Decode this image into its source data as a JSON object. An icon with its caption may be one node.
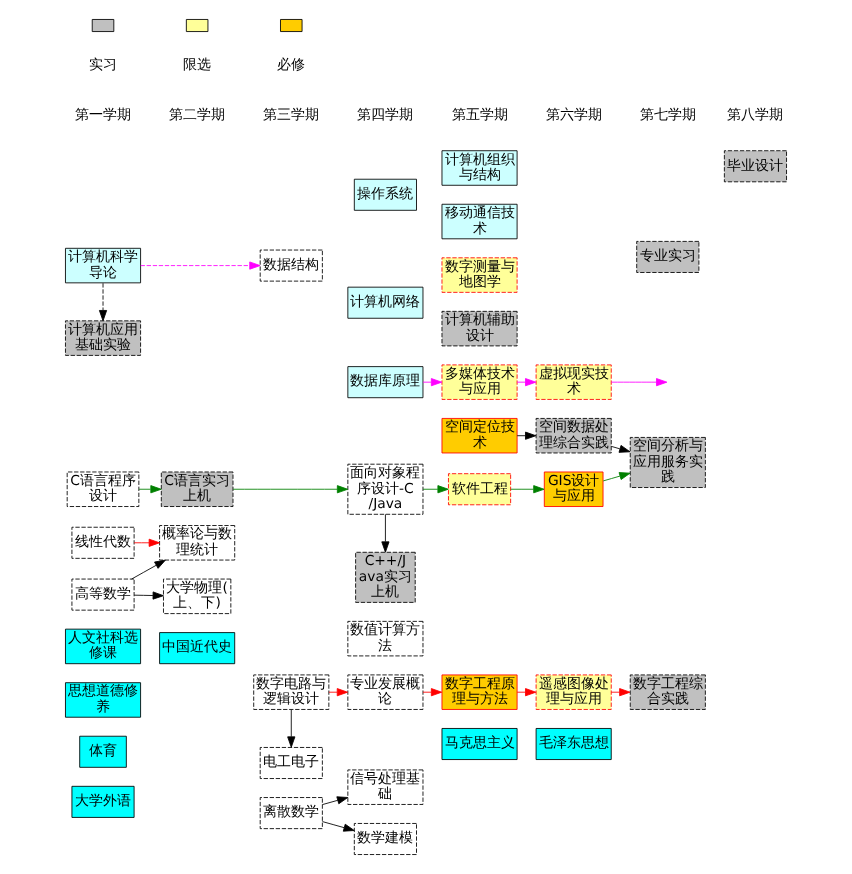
{
  "diagram": {
    "nodes": [
      {
        "text": [
          "大学外语"
        ]
      },
      {
        "text": [
          "体育"
        ]
      },
      {
        "text": [
          "思想道德修养"
        ]
      },
      {
        "text": [
          "中国近代史"
        ]
      },
      {
        "text": [
          "马克思主义"
        ]
      },
      {
        "text": [
          "毛泽东思想"
        ]
      },
      {
        "text": [
          "人文社科选修课"
        ]
      },
      {
        "text": [
          "高等数学"
        ]
      },
      {
        "text": [
          "离散数学"
        ]
      },
      {
        "text": [
          "信号处理基础"
        ]
      },
      {
        "text": [
          "数学建模"
        ]
      },
      {
        "text": [
          "线性代数"
        ]
      },
      {
        "text": [
          "概率论与数理统计"
        ]
      },
      {
        "text": [
          "数字电路与逻辑设计"
        ]
      },
      {
        "text": [
          "专业发展概论"
        ]
      },
      {
        "text": [
          "电工电子"
        ]
      },
      {
        "text": [
          "数值计算方法"
        ]
      },
      {
        "text": [
          "大学物理(上、下)"
        ]
      },
      {
        "text": [
          "C++/Java实习上机"
        ]
      },
      {
        "text": [
          "C语言程序设计"
        ]
      },
      {
        "text": [
          "C语言实习上机"
        ]
      },
      {
        "text": [
          "面向对象程序设计-C/Java"
        ]
      },
      {
        "text": [
          "数据库原理"
        ]
      },
      {
        "text": [
          "计算机科学导论"
        ]
      },
      {
        "text": [
          "数据结构"
        ]
      },
      {
        "text": [
          "计算机网络"
        ]
      },
      {
        "text": [
          "计算机应用基础实验"
        ]
      },
      {
        "text": [
          "操作系统"
        ]
      },
      {
        "text": [
          "计算机辅助设计"
        ]
      },
      {
        "text": [
          "数字测量与地图学"
        ]
      },
      {
        "text": [
          "数字工程原理与方法"
        ]
      },
      {
        "text": [
          "遥感图像处理与应用"
        ]
      },
      {
        "text": [
          "空间定位技术"
        ]
      },
      {
        "text": [
          "空间数据处理综合实践"
        ]
      },
      {
        "text": [
          "软件工程"
        ]
      },
      {
        "text": [
          "GIS设计与应用"
        ]
      },
      {
        "text": [
          "多媒体技术与应用"
        ]
      },
      {
        "text": [
          "虚拟现实技术"
        ]
      },
      {
        "text": [
          "移动通信技术"
        ]
      },
      {
        "text": [
          "计算机组织与结构"
        ]
      },
      {
        "text": [
          "专业实习"
        ]
      },
      {
        "text": [
          "数字工程综合实践"
        ]
      },
      {
        "text": [
          "空间分析与应用服务实践"
        ]
      },
      {
        "text": [
          "毕业设计"
        ]
      }
    ],
    "edges": [
      {
        "from": 7,
        "to": 12,
        "arrow": "to"
      },
      {
        "from": 7,
        "to": 17,
        "arrow": "to"
      },
      {
        "from": 11,
        "to": 12,
        "arrow": "to",
        "color": "#ff0000"
      },
      {
        "from": 8,
        "to": 9,
        "arrow": "to"
      },
      {
        "from": 8,
        "to": 10,
        "arrow": "to"
      },
      {
        "from": 13,
        "to": 15,
        "arrow": "to"
      },
      {
        "from": 13,
        "to": 14,
        "arrow": "to",
        "color": "#ff0000"
      },
      {
        "from": 14,
        "to": 30,
        "arrow": "to",
        "color": "#ff0000"
      },
      {
        "from": 30,
        "to": 31,
        "arrow": "to",
        "color": "#ff0000"
      },
      {
        "from": 31,
        "to": 41,
        "arrow": "to",
        "color": "#ff0000"
      },
      {
        "from": 32,
        "to": 33,
        "arrow": "to"
      },
      {
        "from": 33,
        "to": 42,
        "arrow": "to"
      },
      {
        "from": 19,
        "to": 20,
        "arrow": "to",
        "color": "#008000"
      },
      {
        "from": 20,
        "to": 21,
        "arrow": "to",
        "color": "#008000"
      },
      {
        "from": 21,
        "to": 18,
        "arrow": "to"
      },
      {
        "from": 21,
        "to": 34,
        "arrow": "to",
        "color": "#008000"
      },
      {
        "from": 34,
        "to": 35,
        "arrow": "to",
        "color": "#008000"
      },
      {
        "from": 35,
        "to": 42,
        "arrow": "to",
        "color": "#008000"
      },
      {
        "from": 23,
        "to": 24,
        "arrow": "to",
        "style": "dashed",
        "color": "#ff00ff"
      },
      {
        "from": 23,
        "to": 26,
        "arrow": "to",
        "style": "dashed"
      },
      {
        "from": 22,
        "to": 36,
        "arrow": "to",
        "color": "#ff00ff"
      },
      {
        "from": 36,
        "to": 37,
        "arrow": "to",
        "color": "#ff00ff"
      },
      {
        "from": 37,
        "to": null,
        "arrow": "to",
        "color": "#ff00ff"
      }
    ],
    "labels": [
      "第一学期",
      "第二学期",
      "第三学期",
      "第四学期",
      "第五学期",
      "第六学期",
      "第七学期",
      "第八学期"
    ],
    "legend": [
      {
        "text": "实习",
        "color": "#c0c0c0"
      },
      {
        "text": "限选",
        "color": "#ffff99"
      },
      {
        "text": "必修",
        "color": "#ffcc00"
      }
    ]
  }
}
